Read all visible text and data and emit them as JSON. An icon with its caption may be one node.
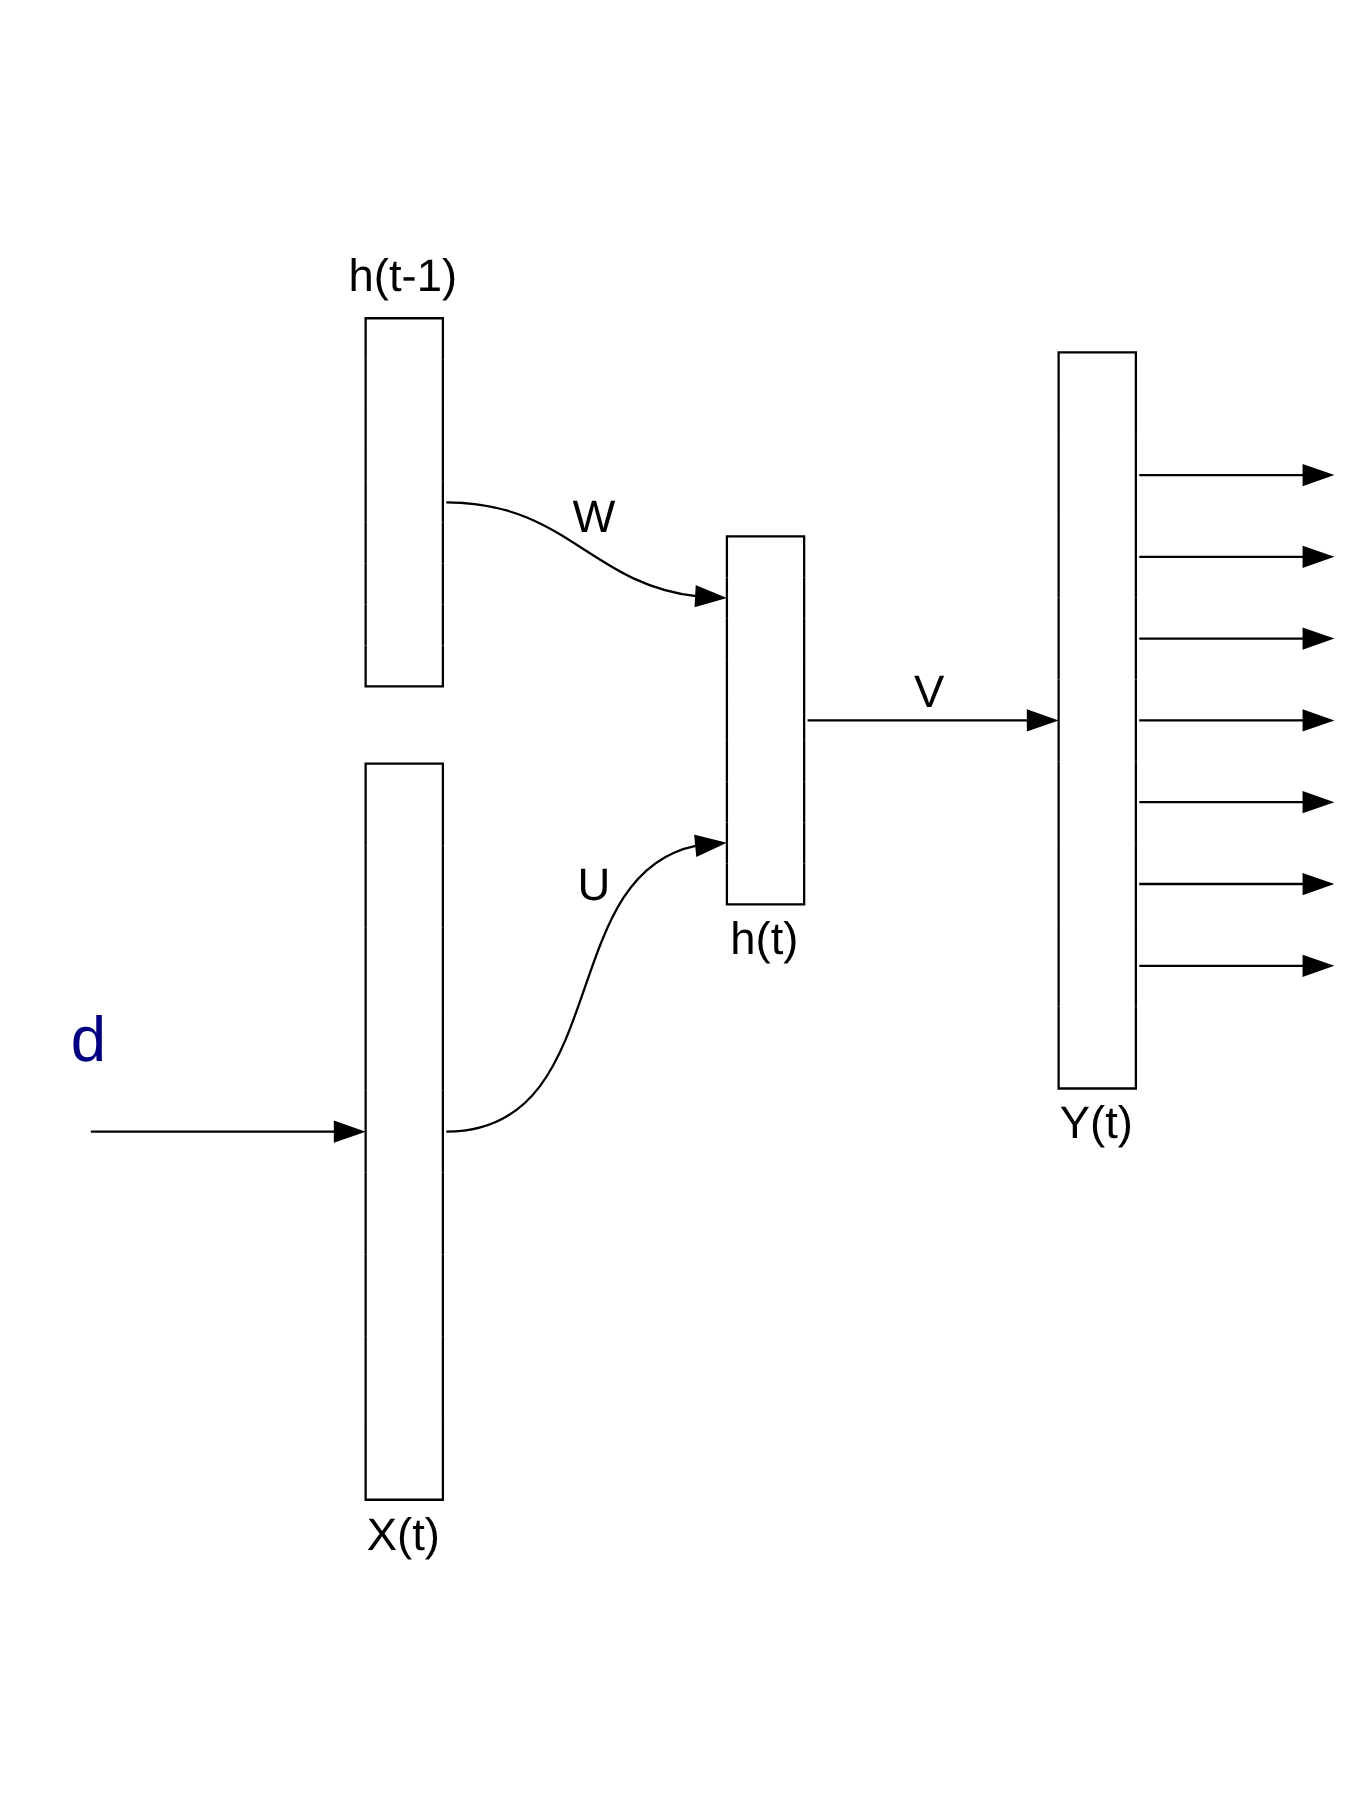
{
  "diagram": {
    "nodes": [
      {
        "text": [
          "h(t-1)"
        ]
      },
      {
        "text": [
          "X(t)"
        ]
      },
      {
        "text": [
          "h(t)"
        ]
      },
      {
        "text": [
          "Y(t)"
        ]
      }
    ],
    "edges": [
      {
        "from": null,
        "to": 1,
        "arrow": "to"
      },
      {
        "from": 0,
        "to": 2,
        "arrow": "to",
        "label": "W"
      },
      {
        "from": 1,
        "to": 2,
        "arrow": "to",
        "label": "U"
      },
      {
        "from": 2,
        "to": 3,
        "arrow": "to",
        "label": "V"
      },
      {
        "from": 3,
        "to": null,
        "arrow": "to"
      },
      {
        "from": 3,
        "to": null,
        "arrow": "to"
      },
      {
        "from": 3,
        "to": null,
        "arrow": "to"
      },
      {
        "from": 3,
        "to": null,
        "arrow": "to"
      },
      {
        "from": 3,
        "to": null,
        "arrow": "to"
      },
      {
        "from": 3,
        "to": null,
        "arrow": "to"
      },
      {
        "from": 3,
        "to": null,
        "arrow": "to"
      }
    ],
    "labels": [
      "d"
    ]
  }
}
